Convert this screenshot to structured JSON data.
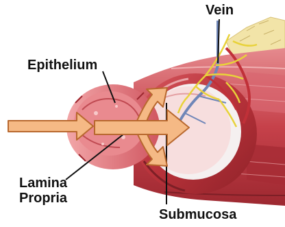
{
  "labels": {
    "vein": "Vein",
    "epithelium": "Epithelium",
    "lamina_propria_line1": "Lamina",
    "lamina_propria_line2": "Propria",
    "submucosa": "Submucosa"
  },
  "colors": {
    "arrow_fill": "#f5b985",
    "arrow_stroke": "#b8682e",
    "tissue_dark": "#b8323a",
    "tissue_light": "#e98a8f",
    "nerve_yellow": "#e8d23a",
    "vessel_blue": "#6f86b8",
    "fat_cream": "#f2e4a8"
  }
}
